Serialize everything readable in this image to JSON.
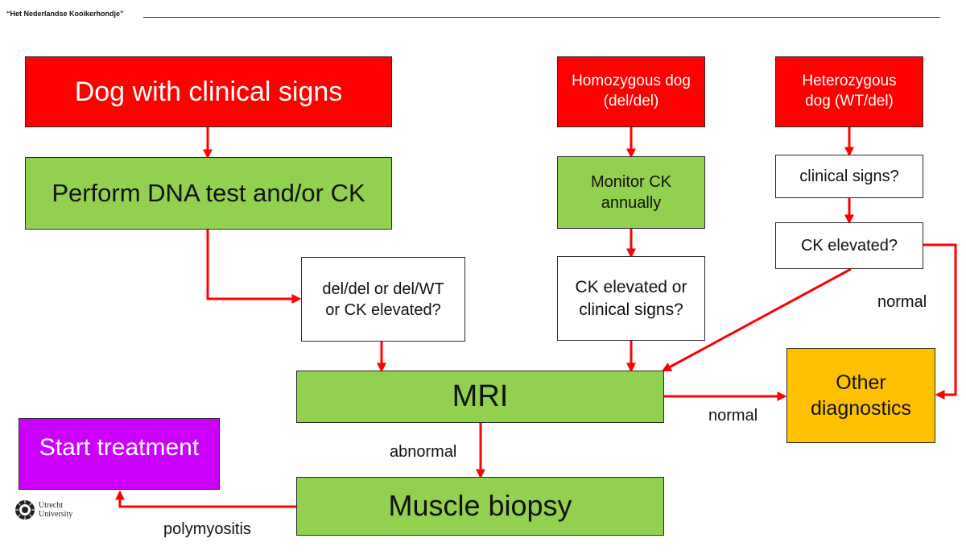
{
  "header": {
    "title": "“Het Nederlandse Kooikerhondje”"
  },
  "boxes": {
    "dog_clinical": "Dog with clinical signs",
    "perform_dna": "Perform DNA test and/or CK",
    "del_question": "del/del or del/WT\nor CK elevated?",
    "homozygous": "Homozygous dog\n(del/del)",
    "monitor_ck": "Monitor CK\nannually",
    "ck_elevated_or_signs": "CK elevated or\nclinical signs?",
    "heterozygous": "Heterozygous\ndog (WT/del)",
    "clinical_signs_q": "clinical signs?",
    "ck_elevated_q": "CK elevated?",
    "mri": "MRI",
    "other_diagnostics": "Other\ndiagnostics",
    "muscle_biopsy": "Muscle biopsy",
    "start_treatment": "Start treatment"
  },
  "edge_labels": {
    "normal_right": "normal",
    "normal_mri": "normal",
    "abnormal": "abnormal",
    "polymyositis": "polymyositis"
  },
  "logo": {
    "text": "Utrecht\nUniversity",
    "icon": "sun-seal-icon"
  },
  "colors": {
    "red": "#ff0000",
    "green": "#92d050",
    "orange": "#ffc000",
    "purple": "#cc00ff",
    "arrow": "#ff0000"
  }
}
